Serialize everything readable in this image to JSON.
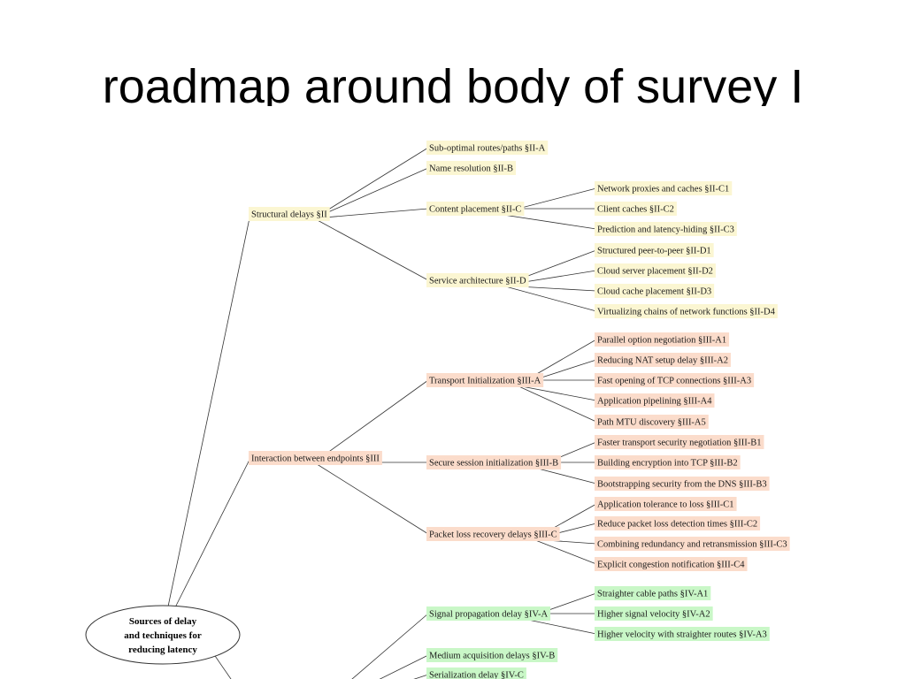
{
  "title": "roadmap around body of survey I",
  "colors": {
    "structural": "#fbf6d2",
    "interaction": "#fbdccb",
    "physical": "#c9f7c7"
  },
  "root": {
    "label_lines": [
      "Sources of delay",
      "and techniques for",
      "reducing latency"
    ]
  },
  "categories": [
    {
      "label": "Structural delays §II",
      "tone": "structural",
      "children": [
        {
          "label": "Sub-optimal routes/paths §II-A",
          "children": []
        },
        {
          "label": "Name resolution §II-B",
          "children": []
        },
        {
          "label": "Content placement §II-C",
          "children": [
            "Network proxies and caches §II-C1",
            "Client caches §II-C2",
            "Prediction and latency-hiding §II-C3"
          ]
        },
        {
          "label": "Service architecture §II-D",
          "children": [
            "Structured peer-to-peer §II-D1",
            "Cloud server placement §II-D2",
            "Cloud cache placement §II-D3",
            "Virtualizing chains of network functions §II-D4"
          ]
        }
      ]
    },
    {
      "label": "Interaction between endpoints §III",
      "tone": "interaction",
      "children": [
        {
          "label": "Transport Initialization §III-A",
          "children": [
            "Parallel option negotiation §III-A1",
            "Reducing NAT setup delay §III-A2",
            "Fast opening of TCP connections §III-A3",
            "Application pipelining §III-A4",
            "Path MTU discovery §III-A5"
          ]
        },
        {
          "label": "Secure session initialization §III-B",
          "children": [
            "Faster transport security negotiation §III-B1",
            "Building encryption into TCP §III-B2",
            "Bootstrapping security from the DNS §III-B3"
          ]
        },
        {
          "label": "Packet loss recovery delays §III-C",
          "children": [
            "Application tolerance to loss §III-C1",
            "Reduce packet loss detection times §III-C2",
            "Combining redundancy and retransmission §III-C3",
            "Explicit congestion notification §III-C4"
          ]
        }
      ]
    },
    {
      "label": "",
      "tone": "physical",
      "children": [
        {
          "label": "Signal propagation delay §IV-A",
          "children": [
            "Straighter cable paths §IV-A1",
            "Higher signal velocity §IV-A2",
            "Higher velocity with straighter routes §IV-A3"
          ]
        },
        {
          "label": "Medium acquisition delays §IV-B",
          "children": []
        },
        {
          "label": "Serialization delay §IV-C",
          "children": []
        }
      ]
    }
  ]
}
